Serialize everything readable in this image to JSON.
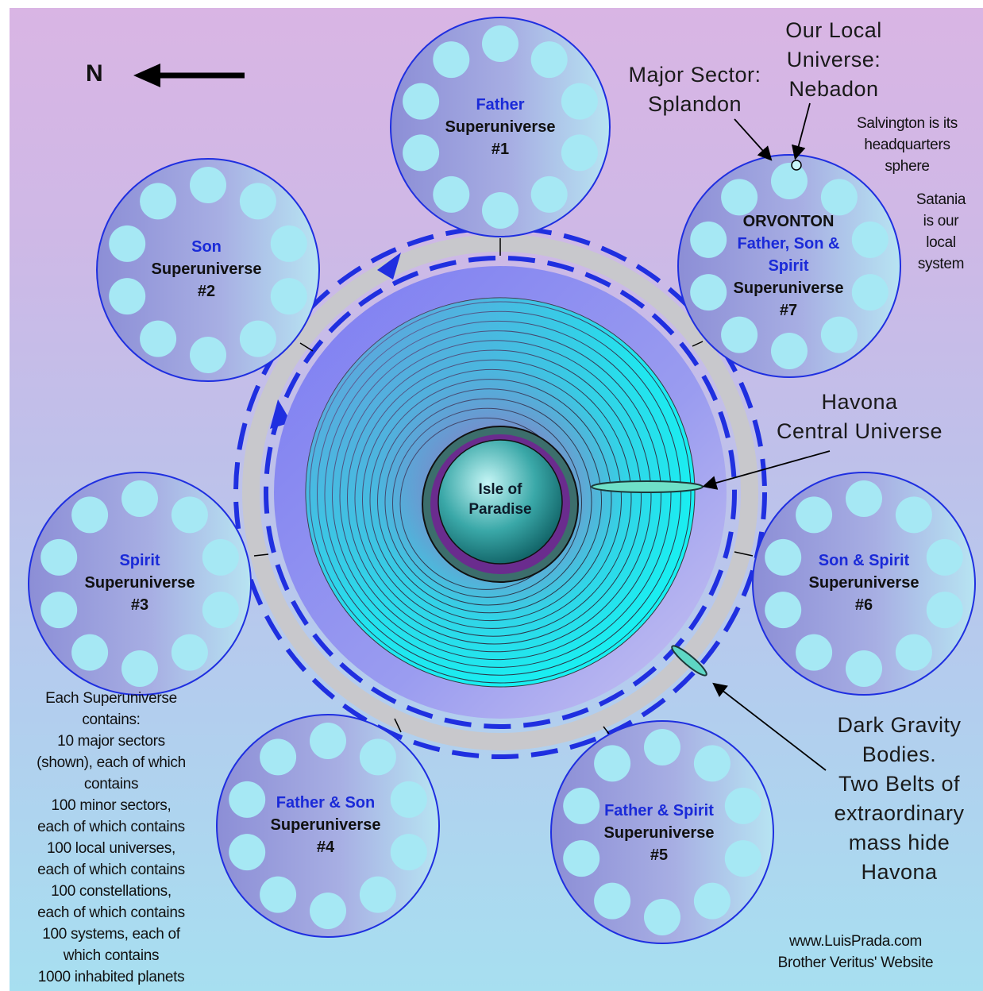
{
  "compass": {
    "letter": "N"
  },
  "paradise": {
    "line1": "Isle of",
    "line2": "Paradise"
  },
  "superuniverses": [
    {
      "id": "1",
      "name": "Father",
      "word": "Superuniverse",
      "number": "#1",
      "prefix": ""
    },
    {
      "id": "2",
      "name": "Son",
      "word": "Superuniverse",
      "number": "#2",
      "prefix": ""
    },
    {
      "id": "3",
      "name": "Spirit",
      "word": "Superuniverse",
      "number": "#3",
      "prefix": ""
    },
    {
      "id": "4",
      "name": "Father & Son",
      "word": "Superuniverse",
      "number": "#4",
      "prefix": ""
    },
    {
      "id": "5",
      "name": "Father & Spirit",
      "word": "Superuniverse",
      "number": "#5",
      "prefix": ""
    },
    {
      "id": "6",
      "name": "Son  & Spirit",
      "word": "Superuniverse",
      "number": "#6",
      "prefix": ""
    },
    {
      "id": "7",
      "name_line1": "Father, Son &",
      "name_line2": "Spirit",
      "word": "Superuniverse",
      "number": "#7",
      "prefix": "ORVONTON"
    }
  ],
  "annotations": {
    "local_universe": [
      "Our Local",
      "Universe:",
      "Nebadon"
    ],
    "major_sector": [
      "Major Sector:",
      "Splandon"
    ],
    "salvington": [
      "Salvington is its",
      "headquarters",
      "sphere"
    ],
    "satania": [
      "Satania",
      "is our",
      "local",
      "system"
    ],
    "havona": [
      "Havona",
      "Central Universe"
    ],
    "dark_gravity": [
      "Dark Gravity",
      "Bodies.",
      "Two Belts of",
      "extraordinary",
      "mass hide",
      "Havona"
    ],
    "each_superuniverse": [
      "Each Superuniverse",
      "contains:",
      "10 major sectors",
      "(shown), each of which",
      "contains",
      "100 minor sectors,",
      "each of which contains",
      "100 local universes,",
      "each of which contains",
      "100 constellations,",
      "each of which contains",
      "100 systems, each of",
      "which contains",
      "1000 inhabited planets"
    ],
    "website": [
      "www.LuisPrada.com",
      "Brother Veritus' Website"
    ]
  },
  "colors": {
    "blue_ring": "#1f2fe0",
    "bubble": "#a6e8f4",
    "belt": "#c8c8cc",
    "havona_outer": "#8c8cf0",
    "havona_inner": "#18f0f0"
  }
}
